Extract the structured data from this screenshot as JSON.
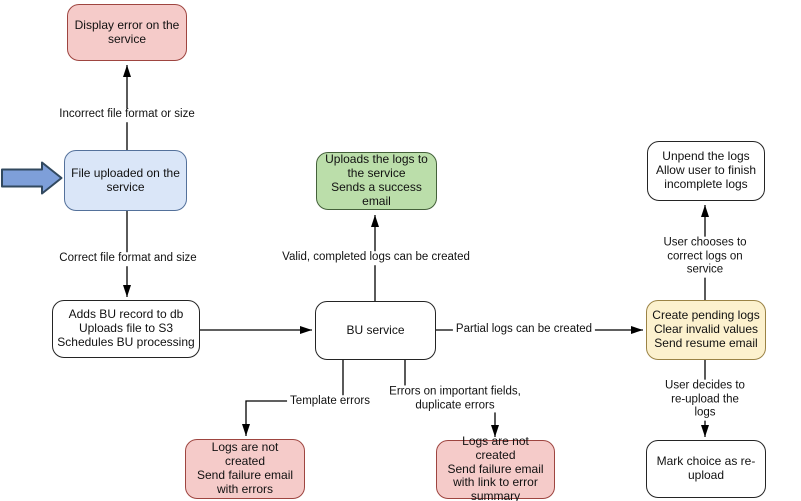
{
  "diagram": {
    "nodes": {
      "display_error": {
        "label": [
          "Display error on the",
          "service"
        ],
        "fill": "#F5CBC9",
        "stroke": "#9E4540"
      },
      "file_uploaded": {
        "label": [
          "File uploaded on the",
          "service"
        ],
        "fill": "#DAE6F8",
        "stroke": "#54719B"
      },
      "adds_bu": {
        "label": [
          "Adds BU record to db",
          "Uploads file to S3",
          "Schedules BU processing"
        ],
        "fill": "#FFFFFF",
        "stroke": "#242424"
      },
      "bu_service": {
        "label": [
          "BU service"
        ],
        "fill": "#FFFFFF",
        "stroke": "#242424"
      },
      "uploads_logs": {
        "label": [
          "Uploads the logs to",
          "the service",
          "Sends a success",
          "email"
        ],
        "fill": "#BBDEAA",
        "stroke": "#44613A"
      },
      "create_pending": {
        "label": [
          "Create pending logs",
          "Clear invalid values",
          "Send resume email"
        ],
        "fill": "#FCF1CE",
        "stroke": "#9B8345"
      },
      "unpend_logs": {
        "label": [
          "Unpend the logs",
          "Allow user to finish",
          "incomplete logs"
        ],
        "fill": "#FFFFFF",
        "stroke": "#242424"
      },
      "mark_choice": {
        "label": [
          "Mark choice as re-",
          "upload"
        ],
        "fill": "#FFFFFF",
        "stroke": "#242424"
      },
      "not_created_errors": {
        "label": [
          "Logs are not created",
          "Send failure email",
          "with errors"
        ],
        "fill": "#F5CBC9",
        "stroke": "#9E4540"
      },
      "not_created_link": {
        "label": [
          "Logs are not created",
          "Send failure email",
          "with link to error",
          "summary"
        ],
        "fill": "#F5CBC9",
        "stroke": "#9E4540"
      }
    },
    "edge_labels": {
      "incorrect": "Incorrect file format or size",
      "correct": "Correct file format and size",
      "valid": "Valid, completed logs can be created",
      "partial": "Partial logs can be created",
      "template": "Template errors",
      "important_fields": [
        "Errors on important fields,",
        "duplicate errors"
      ],
      "user_chooses": "User chooses to correct logs on service",
      "user_decides": "User decides to re-upload the logs"
    },
    "input_arrow": {
      "fill": "#7E9FD9",
      "stroke": "#32495F"
    },
    "line_color": "#000000"
  }
}
